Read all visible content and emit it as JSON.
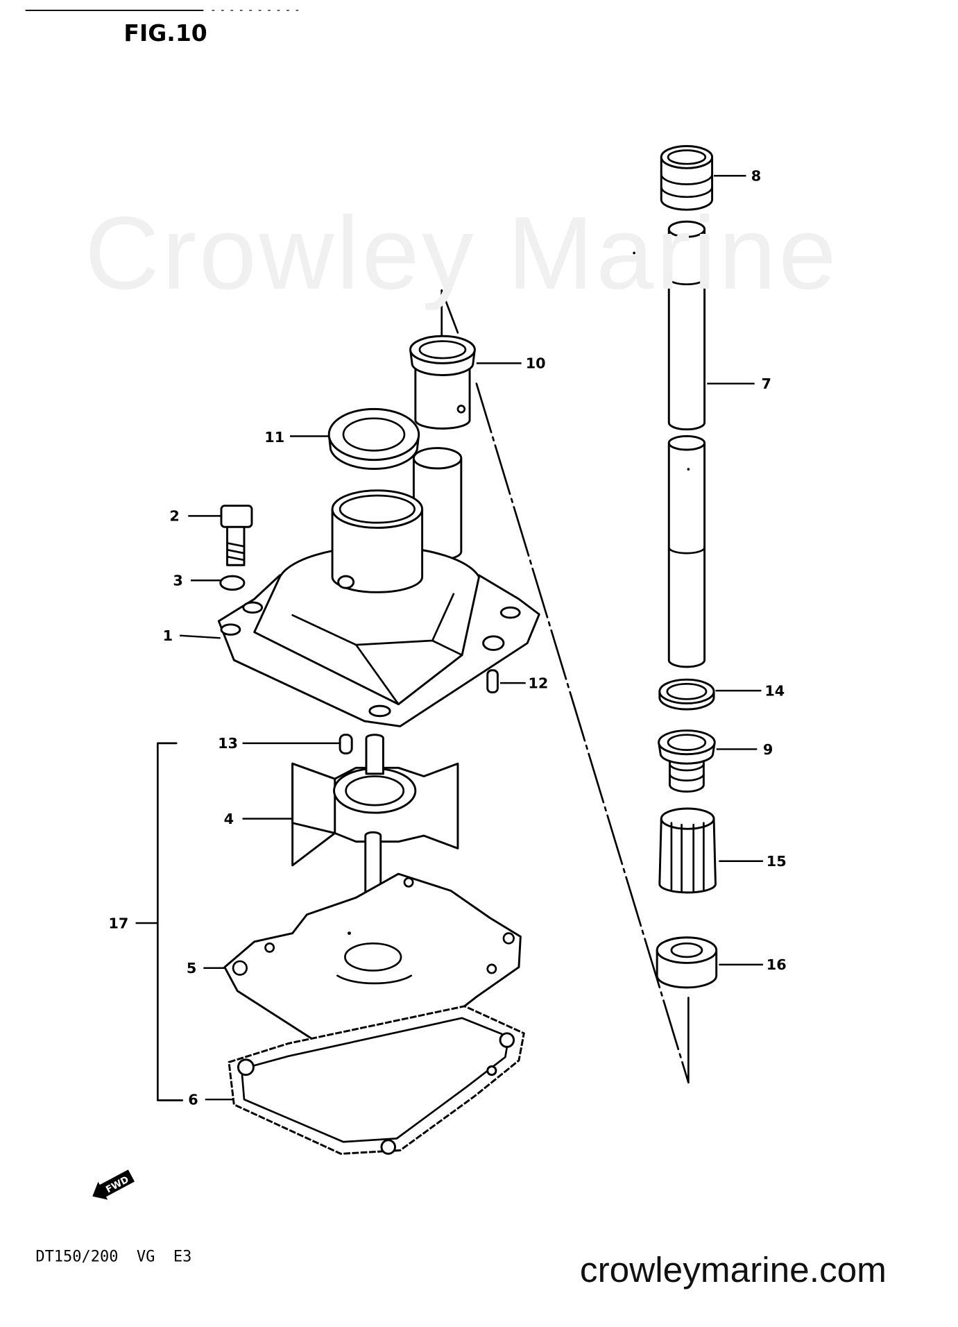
{
  "figure_title": "FIG.10",
  "model_code": "DT150/200  VG  E3",
  "watermark": "Crowley Marine",
  "site_url": "crowleymarine.com",
  "forward_marker": "FWD",
  "part_labels": {
    "p1": "1",
    "p2": "2",
    "p3": "3",
    "p4": "4",
    "p5": "5",
    "p6": "6",
    "p7": "7",
    "p8": "8",
    "p9": "9",
    "p10": "10",
    "p11": "11",
    "p12": "12",
    "p13": "13",
    "p14": "14",
    "p15": "15",
    "p16": "16",
    "p17": "17"
  }
}
